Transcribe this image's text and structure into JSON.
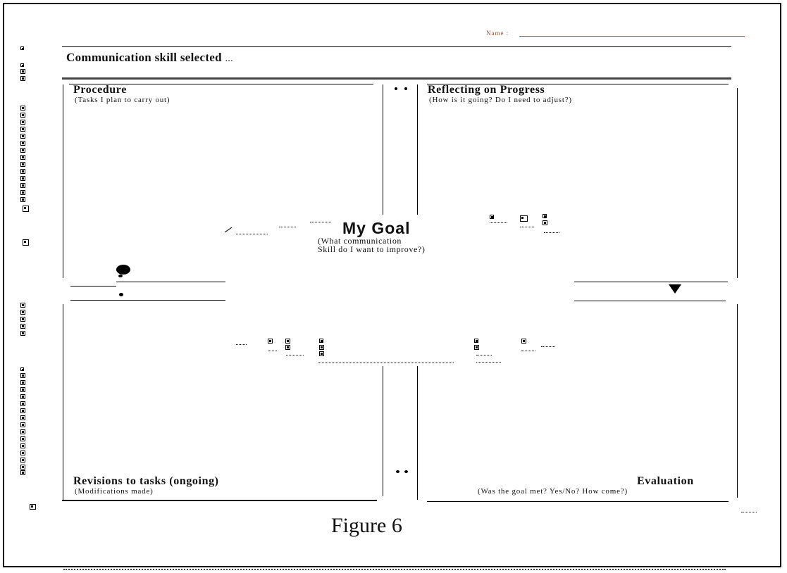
{
  "header": {
    "name_label": "Name :",
    "skill_title": "Communication skill selected",
    "skill_ellipsis": "..."
  },
  "quadrants": {
    "procedure": {
      "title": "Procedure",
      "subtitle": "(Tasks I plan to carry  out)"
    },
    "reflecting": {
      "title": "Reflecting on Progress",
      "subtitle": "(How is it going? Do I need to adjust?)"
    },
    "revisions": {
      "title": "Revisions to tasks (ongoing)",
      "subtitle": "(Modifications made)"
    },
    "evaluation": {
      "title": "Evaluation",
      "subtitle": "(Was the  goal  met? Yes/No?  How come?)"
    }
  },
  "goal": {
    "title": "My  Goal",
    "subtitle_line1": "(What communication",
    "subtitle_line2": "Skill do I want to improve?)"
  },
  "caption": "Figure 6"
}
